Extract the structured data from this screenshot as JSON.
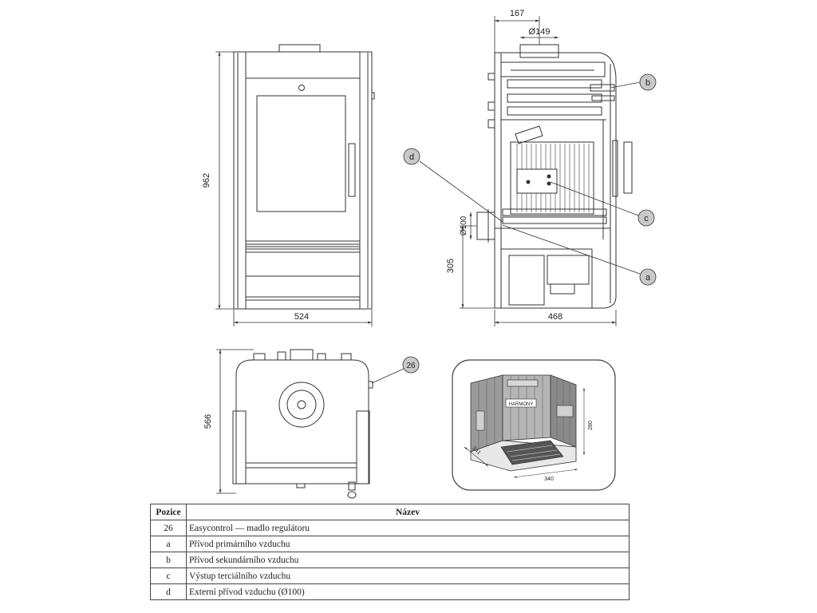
{
  "front_view": {
    "width_dim": "524",
    "height_dim": "962"
  },
  "side_view": {
    "depth_dim": "468",
    "flue_offset_dim": "167",
    "flue_diameter_dim": "Ø149",
    "inlet_diameter_dim": "Ø100",
    "inlet_height_dim": "305"
  },
  "top_view": {
    "depth_dim": "566"
  },
  "firebox_inset": {
    "height_dim": "280",
    "width_dim": "340",
    "depth_dim": "341",
    "brand_text": "HARMONY"
  },
  "callouts": {
    "a": "a",
    "b": "b",
    "c": "c",
    "d": "d",
    "n26": "26"
  },
  "legend": {
    "header_position": "Pozice",
    "header_name": "Název",
    "rows": [
      {
        "code": "26",
        "name": "Easycontrol — madlo regulátoru"
      },
      {
        "code": "a",
        "name": "Přívod primárního vzduchu"
      },
      {
        "code": "b",
        "name": "Přívod sekundárního vzduchu"
      },
      {
        "code": "c",
        "name": "Výstup terciálního vzduchu"
      },
      {
        "code": "d",
        "name": "Externí přívod vzduchu (Ø100)"
      }
    ]
  },
  "colors": {
    "line": "#333333",
    "callout_fill": "#c9c9c9",
    "grate": "#555555",
    "inset_border": "#444444"
  }
}
